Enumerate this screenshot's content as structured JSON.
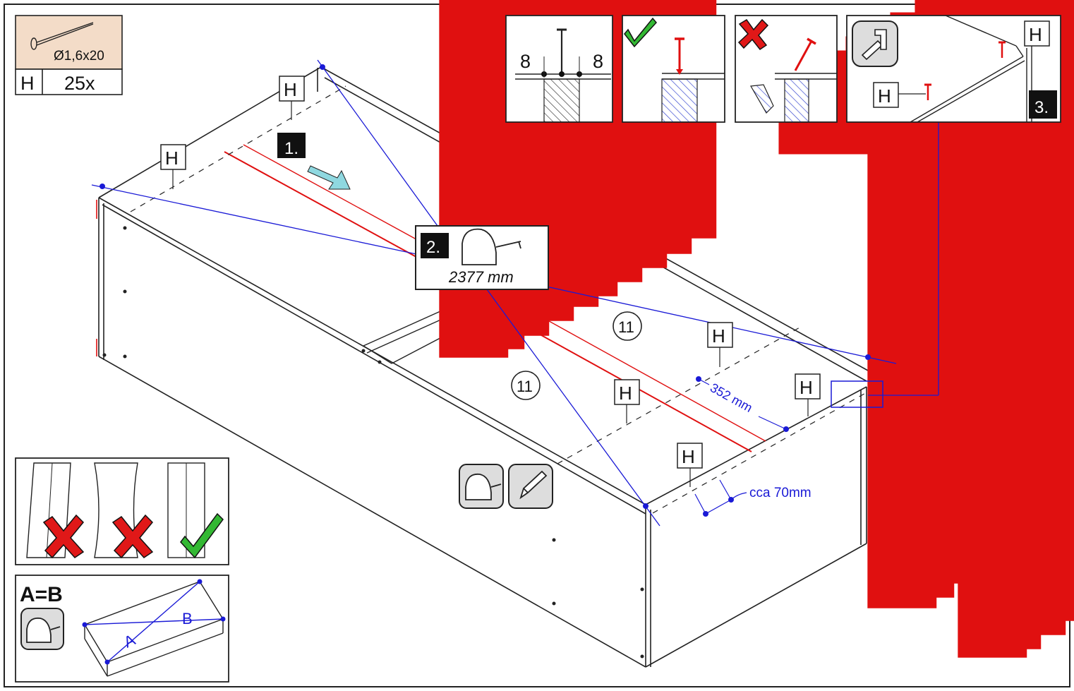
{
  "hardware": {
    "nail_size": "Ø1,6x20",
    "code": "H",
    "quantity": "25x"
  },
  "steps": {
    "step1": "1.",
    "step2": "2.",
    "step3": "3.",
    "measure_total": "2377 mm"
  },
  "labels": {
    "nail_code": "H",
    "part_number": "11",
    "spacing_352": "352 mm",
    "edge_gap": "cca 70mm"
  },
  "detail_panels": {
    "edge_left": "8",
    "edge_right": "8"
  },
  "check": {
    "diagonal_rule": "A=B",
    "diag_a": "A",
    "diag_b": "B"
  },
  "colors": {
    "guide_blue": "#1a1ad6",
    "nail_red": "#e01010",
    "hardware_bg": "#f3dcc8",
    "ok_green": "#33b833",
    "ko_red": "#e01818",
    "arrow_teal": "#8fd8e0",
    "hatch_blue": "#3a4ad0"
  },
  "icons": [
    "nail-icon",
    "tape-measure-icon",
    "pencil-icon",
    "hammer-icon",
    "check-icon",
    "cross-icon",
    "arrow-icon"
  ]
}
